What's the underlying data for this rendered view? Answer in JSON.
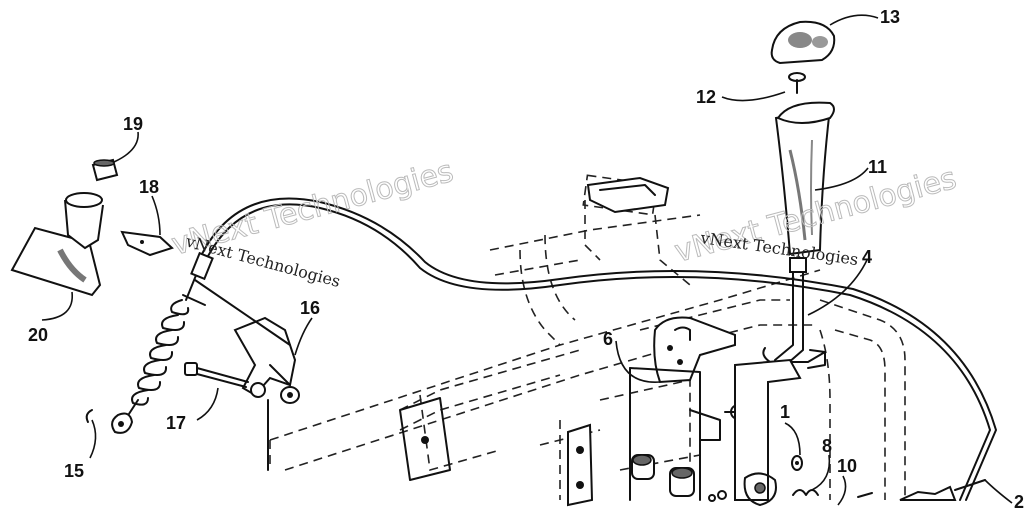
{
  "callouts": {
    "c1": "1",
    "c2": "2",
    "c4": "4",
    "c6": "6",
    "c8": "8",
    "c10": "10",
    "c11": "11",
    "c12": "12",
    "c13": "13",
    "c15": "15",
    "c16": "16",
    "c17": "17",
    "c18": "18",
    "c19": "19",
    "c20": "20"
  },
  "watermarks": {
    "left_text": "vNext Technologies",
    "left_outline": "vNext Technologies",
    "right_text": "vNext Technologies",
    "right_outline": "vNext Technologies"
  }
}
